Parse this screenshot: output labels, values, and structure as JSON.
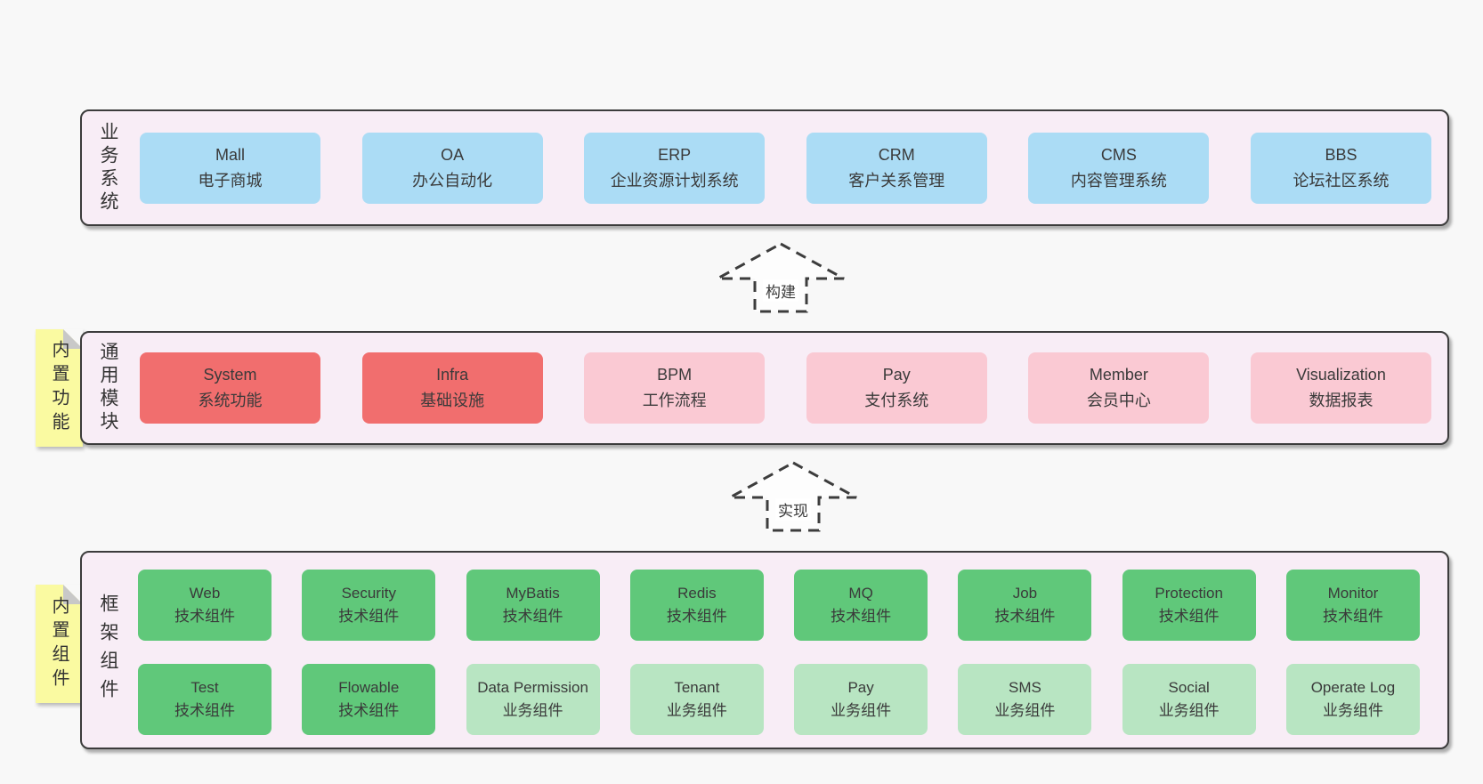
{
  "colors": {
    "background": "#f8f8f8",
    "panel_fill": "#f8edf6",
    "panel_border": "#3c3c3c",
    "box_blue": "#abdcf5",
    "box_red": "#f16e6e",
    "box_pink": "#fac9d3",
    "box_green": "#60c87a",
    "box_light_green": "#b8e5c2",
    "sticky_yellow": "#fafaa1",
    "sticky_fold": "#c8c8c8",
    "text": "#3a3a3a"
  },
  "arrows": [
    {
      "label": "构建"
    },
    {
      "label": "实现"
    }
  ],
  "sections": [
    {
      "label": "业务系统",
      "boxes": [
        {
          "title": "Mall",
          "subtitle": "电子商城",
          "variant": "blue"
        },
        {
          "title": "OA",
          "subtitle": "办公自动化",
          "variant": "blue"
        },
        {
          "title": "ERP",
          "subtitle": "企业资源计划系统",
          "variant": "blue"
        },
        {
          "title": "CRM",
          "subtitle": "客户关系管理",
          "variant": "blue"
        },
        {
          "title": "CMS",
          "subtitle": "内容管理系统",
          "variant": "blue"
        },
        {
          "title": "BBS",
          "subtitle": "论坛社区系统",
          "variant": "blue"
        }
      ]
    },
    {
      "label": "通用模块",
      "sticky": "内置功能",
      "boxes": [
        {
          "title": "System",
          "subtitle": "系统功能",
          "variant": "red"
        },
        {
          "title": "Infra",
          "subtitle": "基础设施",
          "variant": "red"
        },
        {
          "title": "BPM",
          "subtitle": "工作流程",
          "variant": "pink"
        },
        {
          "title": "Pay",
          "subtitle": "支付系统",
          "variant": "pink"
        },
        {
          "title": "Member",
          "subtitle": "会员中心",
          "variant": "pink"
        },
        {
          "title": "Visualization",
          "subtitle": "数据报表",
          "variant": "pink"
        }
      ]
    },
    {
      "label": "框架组件",
      "sticky": "内置组件",
      "rows": [
        [
          {
            "title": "Web",
            "subtitle": "技术组件",
            "variant": "green"
          },
          {
            "title": "Security",
            "subtitle": "技术组件",
            "variant": "green"
          },
          {
            "title": "MyBatis",
            "subtitle": "技术组件",
            "variant": "green"
          },
          {
            "title": "Redis",
            "subtitle": "技术组件",
            "variant": "green"
          },
          {
            "title": "MQ",
            "subtitle": "技术组件",
            "variant": "green"
          },
          {
            "title": "Job",
            "subtitle": "技术组件",
            "variant": "green"
          },
          {
            "title": "Protection",
            "subtitle": "技术组件",
            "variant": "green"
          },
          {
            "title": "Monitor",
            "subtitle": "技术组件",
            "variant": "green"
          }
        ],
        [
          {
            "title": "Test",
            "subtitle": "技术组件",
            "variant": "green"
          },
          {
            "title": "Flowable",
            "subtitle": "技术组件",
            "variant": "green"
          },
          {
            "title": "Data Permission",
            "subtitle": "业务组件",
            "variant": "lgreen"
          },
          {
            "title": "Tenant",
            "subtitle": "业务组件",
            "variant": "lgreen"
          },
          {
            "title": "Pay",
            "subtitle": "业务组件",
            "variant": "lgreen"
          },
          {
            "title": "SMS",
            "subtitle": "业务组件",
            "variant": "lgreen"
          },
          {
            "title": "Social",
            "subtitle": "业务组件",
            "variant": "lgreen"
          },
          {
            "title": "Operate Log",
            "subtitle": "业务组件",
            "variant": "lgreen"
          }
        ]
      ]
    }
  ]
}
